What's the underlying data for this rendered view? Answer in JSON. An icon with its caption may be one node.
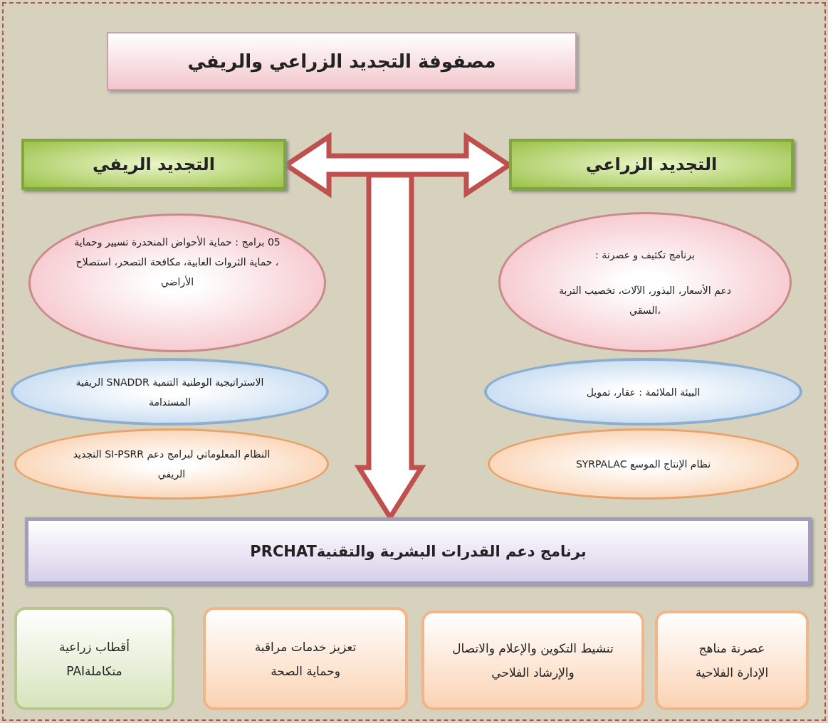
{
  "diagram": {
    "nodes": [
      {
        "text": [
          "مصفوفة التجديد الزراعي والريفي"
        ]
      },
      {
        "text": [
          "التجديد الزراعي"
        ]
      },
      {
        "text": [
          "التجديد الريفي"
        ]
      },
      {
        "text": [
          "برنامج تكثيف و عصرنة :",
          "دعم الأسعار، البذور، الآلات، تخصيب التربة ،السقي"
        ]
      },
      {
        "text": [
          "05 برامج : حماية الأحواض المنحدرة تسيير وحماية ، حماية الثروات الغابية، مكافحة التصحر، استصلاح الأراضي"
        ]
      },
      {
        "text": [
          "البيئة الملائمة : عقار، تمويل"
        ]
      },
      {
        "text": [
          "الاستراتيجية الوطنية التنمية SNADDR الريفية المستدامة"
        ]
      },
      {
        "text": [
          "نظام الإنتاج الموسع SYRPALAC"
        ]
      },
      {
        "text": [
          "النظام المعلوماتي لبرامج دعم SI-PSRR التجديد الريفي"
        ]
      },
      {
        "text": [
          "برنامج دعم القدرات البشرية والتقنيةPRCHAT"
        ]
      },
      {
        "text": [
          "عصرنة مناهج الإدارة الفلاحية"
        ]
      },
      {
        "text": [
          "تنشيط التكوين والإعلام والاتصال والإرشاد الفلاحي"
        ]
      },
      {
        "text": [
          "تعزيز خدمات مراقبة وحماية الصحة"
        ]
      },
      {
        "text": [
          "أقطاب زراعية متكاملةPAI"
        ]
      }
    ],
    "edges": [
      {
        "from": 1,
        "to": 2,
        "arrow": "both"
      },
      {
        "from": null,
        "to": 9,
        "arrow": "to"
      }
    ]
  }
}
